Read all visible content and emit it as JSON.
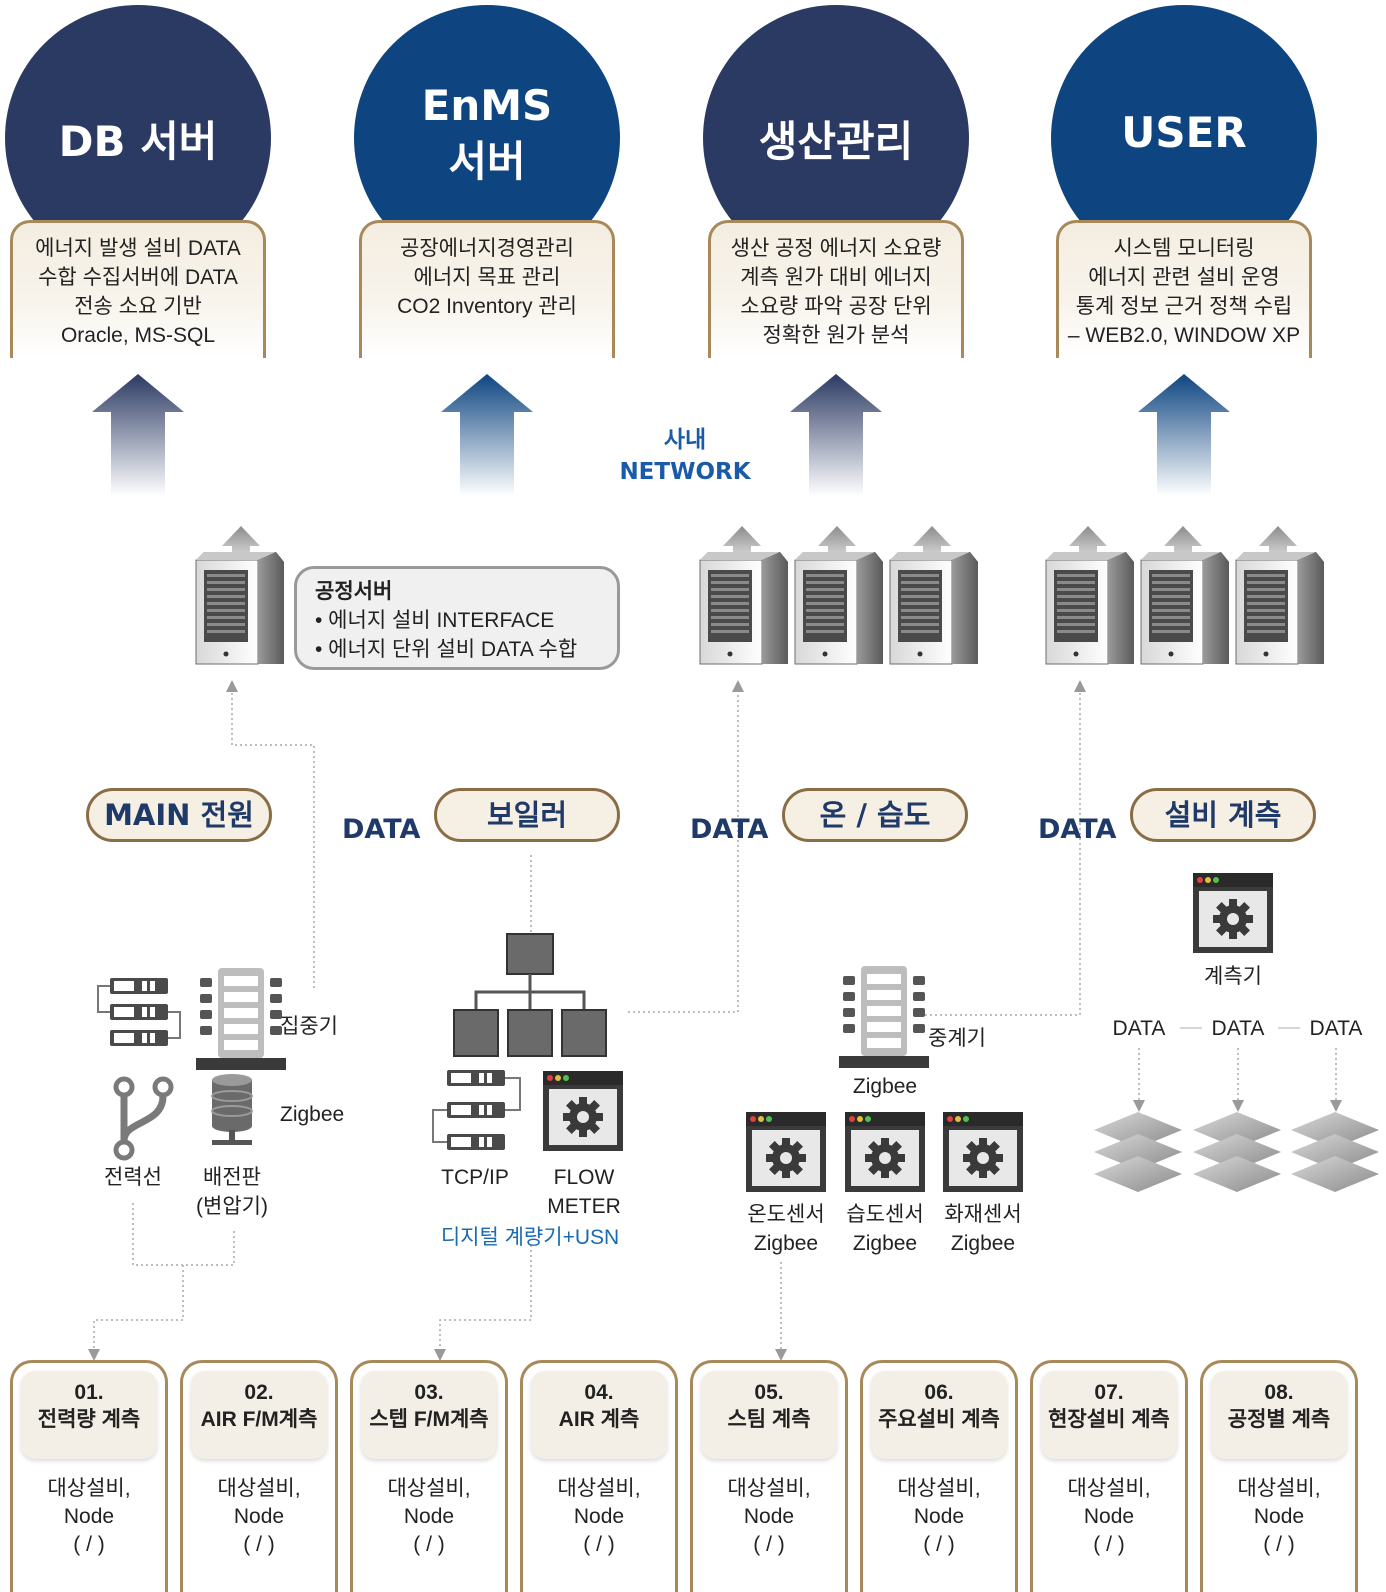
{
  "top_nodes": [
    {
      "title": "DB 서버",
      "lines": [
        "에너지 발생 설비 DATA",
        "수합 수집서버에 DATA",
        "전송 소요 기반",
        "Oracle, MS-SQL"
      ]
    },
    {
      "title_line1": "EnMS",
      "title_line2": "서버",
      "lines": [
        "공장에너지경영관리",
        "에너지 목표 관리",
        "CO2 Inventory 관리"
      ]
    },
    {
      "title": "생산관리",
      "lines": [
        "생산 공정 에너지 소요량",
        "계측 원가 대비 에너지",
        "소요량 파악 공장 단위",
        "정확한 원가 분석"
      ]
    },
    {
      "title": "USER",
      "lines": [
        "시스템 모니터링",
        "에너지 관련 설비 운영",
        "통계 정보 근거 정책 수립",
        "– WEB2.0, WINDOW XP"
      ]
    }
  ],
  "network_label": [
    "사내",
    "NETWORK"
  ],
  "process_server": {
    "title": "공정서버",
    "items": [
      "• 에너지 설비 INTERFACE",
      "• 에너지 단위 설비 DATA 수합"
    ]
  },
  "categories": [
    "MAIN 전원",
    "보일러",
    "온 / 습도",
    "설비 계측"
  ],
  "data_label": "DATA",
  "labels": {
    "concentrator": "집중기",
    "zigbee": "Zigbee",
    "power_line": "전력선",
    "panel_line1": "배전판",
    "panel_line2": "(변압기)",
    "tcpip": "TCP/IP",
    "flow_line1": "FLOW",
    "flow_line2": "METER",
    "digital_meter": "디지털 계량기+USN",
    "repeater": "중계기",
    "sensor_temp": "온도센서",
    "sensor_hum": "습도센서",
    "sensor_fire": "화재센서",
    "meter": "계측기"
  },
  "measure_nodes": [
    {
      "num": "01.",
      "name": "전력량 계측"
    },
    {
      "num": "02.",
      "name": "AIR F/M계측"
    },
    {
      "num": "03.",
      "name": "스텝 F/M계측"
    },
    {
      "num": "04.",
      "name": "AIR 계측"
    },
    {
      "num": "05.",
      "name": "스팀 계측"
    },
    {
      "num": "06.",
      "name": "주요설비 계측"
    },
    {
      "num": "07.",
      "name": "현장설비 계측"
    },
    {
      "num": "08.",
      "name": "공정별 계측"
    }
  ],
  "node_body": [
    "대상설비,",
    "Node",
    "( / )"
  ],
  "colors": {
    "navy": "#1f3a68",
    "dark_navy": "#2b3a63",
    "blue_navy": "#0e4581",
    "gold": "#a88a5a",
    "blue_text": "#1a6bb3"
  }
}
